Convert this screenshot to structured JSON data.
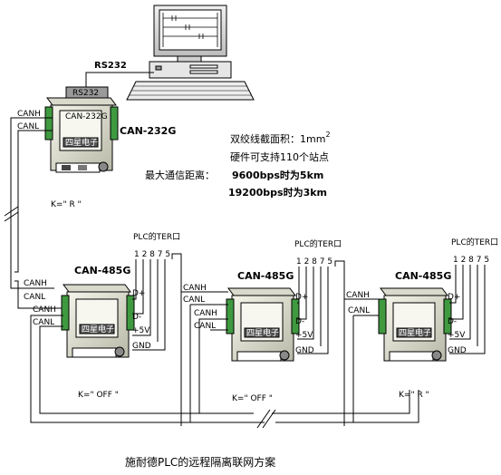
{
  "computer": {
    "rs232_label": "RS232"
  },
  "converter": {
    "name": "CAN-232G",
    "port_label": "RS232",
    "face_label": "CAN-232G",
    "brand": "四星电子",
    "k_value": "K=\" R \"",
    "canh": "CANH",
    "canl": "CANL"
  },
  "info": {
    "line1": "双绞线截面积：1mm",
    "line1_sup": "2",
    "line2": "硬件可支持110个站点",
    "line3": "最大通信距离：",
    "line3_a": "9600bps时为5km",
    "line4_a": "19200bps时为3km"
  },
  "modules": [
    {
      "name": "CAN-485G",
      "plc_label": "PLC的TER口",
      "pins": "1 2 8 7 5",
      "d_plus": "D+",
      "d_minus": "D-",
      "plus5v": "+5V",
      "gnd": "GND",
      "canh_in": "CANH",
      "canl_in": "CANL",
      "canh_out": "CANH",
      "canl_out": "CANL",
      "brand": "四星电子",
      "k_value": "K=\" OFF \""
    },
    {
      "name": "CAN-485G",
      "plc_label": "PLC的TER口",
      "pins": "1 2 8 7 5",
      "d_plus": "D+",
      "d_minus": "D-",
      "plus5v": "+5V",
      "gnd": "GND",
      "canh_in": "CANH",
      "canl_in": "CANL",
      "canh_out": "CANH",
      "canl_out": "CANL",
      "brand": "四星电子",
      "k_value": "K=\" OFF \""
    },
    {
      "name": "CAN-485G",
      "plc_label": "PLC的TER口",
      "pins": "1 2 8 7 5",
      "d_plus": "D+",
      "d_minus": "D-",
      "plus5v": "+5V",
      "gnd": "GND",
      "canh_in": "CANH",
      "canl_in": "CANL",
      "brand": "四星电子",
      "k_value": "K=\" R \""
    }
  ],
  "caption": "施耐德PLC的远程隔离联网方案"
}
